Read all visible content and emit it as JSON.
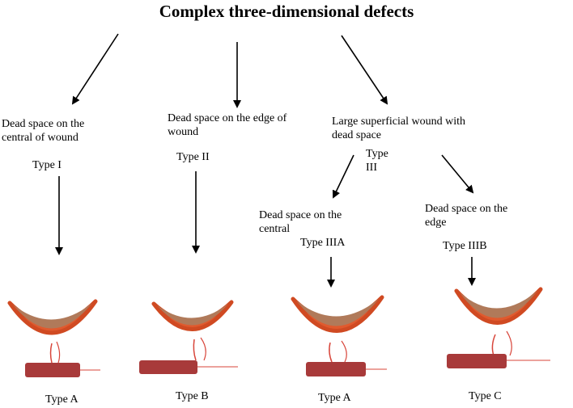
{
  "title": "Complex three-dimensional defects",
  "categories": [
    {
      "description": "Dead space on the central of wound",
      "type": "Type I"
    },
    {
      "description": "Dead space on the edge of wound",
      "type": "Type II"
    },
    {
      "description": "Large superficial wound with dead space",
      "type": "Type III"
    }
  ],
  "subtypes": [
    {
      "description": "Dead space on the central",
      "type": "Type IIIA"
    },
    {
      "description": "Dead space on the edge",
      "type": "Type IIIB"
    }
  ],
  "results": [
    "Type A",
    "Type B",
    "Type A",
    "Type C"
  ],
  "colors": {
    "muscle_top": "#b07a5a",
    "tissue_rim": "#e05a2e",
    "vessel": "#d8453a",
    "flap": "#a83a3a"
  }
}
